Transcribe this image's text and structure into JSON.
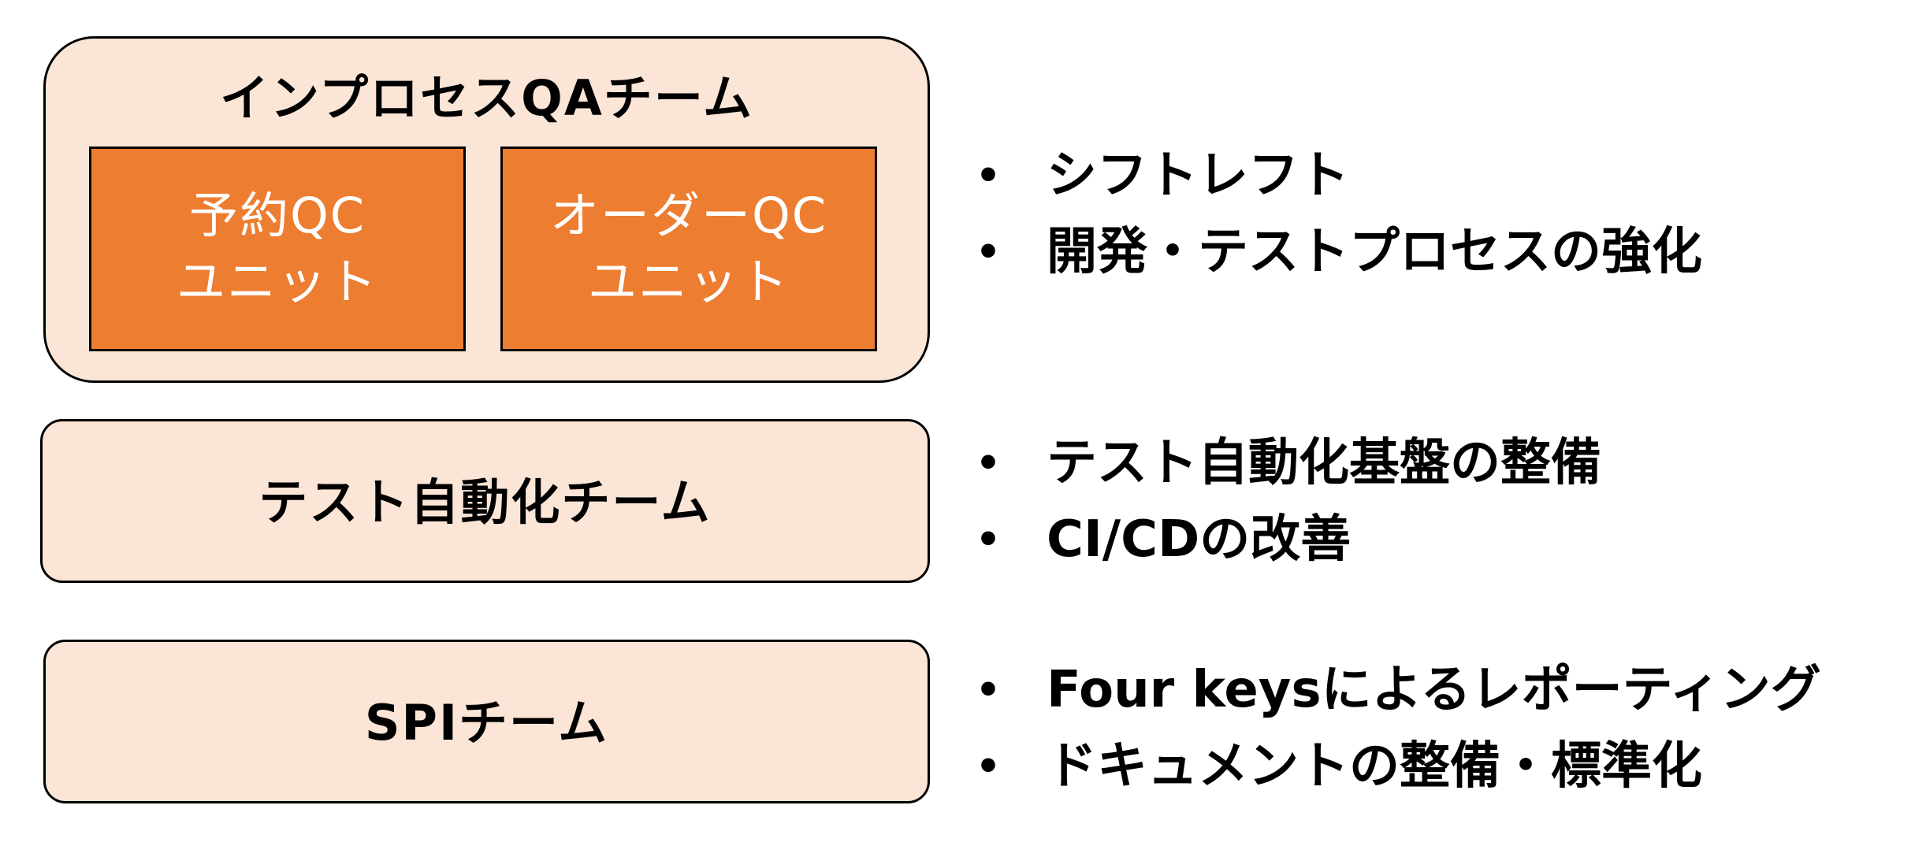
{
  "teams": [
    {
      "title": "インプロセスQAチーム",
      "units": [
        {
          "lines": [
            "予約QC",
            "ユニット"
          ]
        },
        {
          "lines": [
            "オーダーQC",
            "ユニット"
          ]
        }
      ],
      "bullets": [
        "シフトレフト",
        "開発・テストプロセスの強化"
      ]
    },
    {
      "title": "テスト自動化チーム",
      "bullets": [
        "テスト自動化基盤の整備",
        "CI/CDの改善"
      ]
    },
    {
      "title": "SPIチーム",
      "bullets": [
        "Four keysによるレポーティング",
        "ドキュメントの整備・標準化"
      ]
    }
  ],
  "bullet_symbol": "•",
  "colors": {
    "team_box_fill": "#fbe5d6",
    "unit_box_fill": "#ed7d31",
    "unit_text": "#ffffff",
    "border": "#000000"
  }
}
